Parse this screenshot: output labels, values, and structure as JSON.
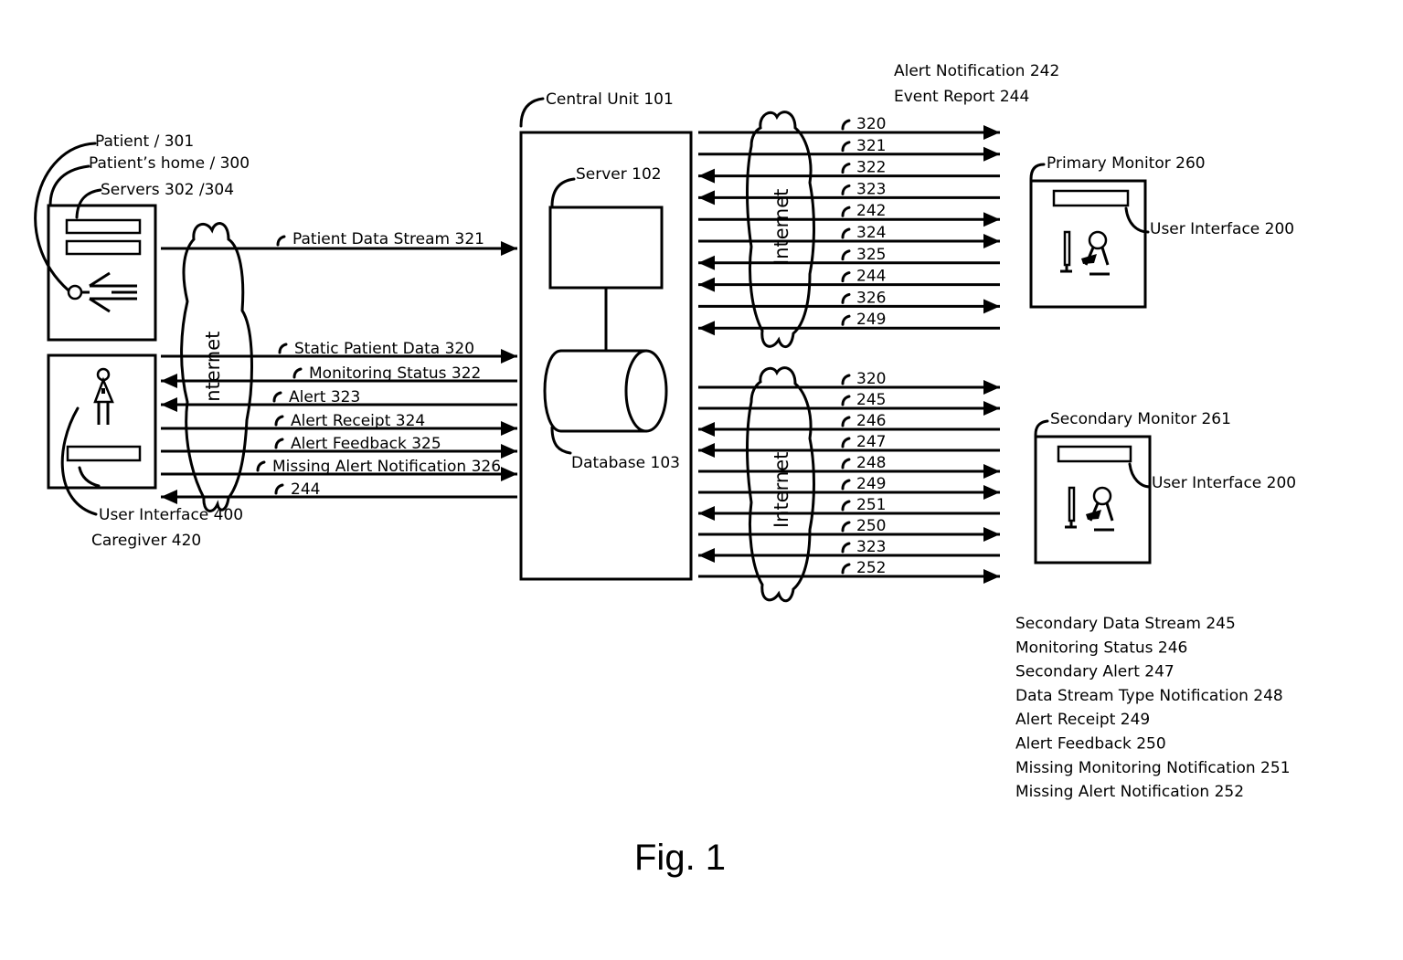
{
  "figure_caption": "Fig. 1",
  "patient_side": {
    "patient_label": "Patient / 301",
    "home_label": "Patient’s home / 300",
    "servers_label": "Servers 302 /304",
    "ui_label": "User Interface 400",
    "caregiver_label": "Caregiver 420",
    "internet_label": "Internet",
    "data_stream": {
      "label": "Patient Data Stream 321",
      "direction": "right"
    },
    "caregiver_links": [
      {
        "label": "Static Patient Data 320",
        "direction": "right"
      },
      {
        "label": "Monitoring Status 322",
        "direction": "left"
      },
      {
        "label": "Alert 323",
        "direction": "left"
      },
      {
        "label": "Alert Receipt 324",
        "direction": "right"
      },
      {
        "label": "Alert Feedback 325",
        "direction": "right"
      },
      {
        "label": "Missing Alert Notification 326",
        "direction": "right"
      },
      {
        "label": "244",
        "direction": "left"
      }
    ]
  },
  "central_unit": {
    "label": "Central Unit 101",
    "server_label": "Server 102",
    "database_label": "Database 103"
  },
  "primary": {
    "internet_label": "Internet",
    "legend": [
      "Alert Notification  242",
      "Event Report  244"
    ],
    "monitor_label": "Primary Monitor 260",
    "ui_label": "User Interface 200",
    "links": [
      {
        "label": "320",
        "direction": "right"
      },
      {
        "label": "321",
        "direction": "right"
      },
      {
        "label": "322",
        "direction": "left"
      },
      {
        "label": "323",
        "direction": "left"
      },
      {
        "label": "242",
        "direction": "right"
      },
      {
        "label": "324",
        "direction": "right"
      },
      {
        "label": "325",
        "direction": "left"
      },
      {
        "label": "244",
        "direction": "left"
      },
      {
        "label": "326",
        "direction": "right"
      },
      {
        "label": "249",
        "direction": "left"
      }
    ]
  },
  "secondary": {
    "internet_label": "Internet",
    "monitor_label": "Secondary Monitor 261",
    "ui_label": "User Interface 200",
    "links": [
      {
        "label": "320",
        "direction": "right"
      },
      {
        "label": "245",
        "direction": "right"
      },
      {
        "label": "246",
        "direction": "left"
      },
      {
        "label": "247",
        "direction": "left"
      },
      {
        "label": "248",
        "direction": "right"
      },
      {
        "label": "249",
        "direction": "right"
      },
      {
        "label": "251",
        "direction": "left"
      },
      {
        "label": "250",
        "direction": "right"
      },
      {
        "label": "323",
        "direction": "left"
      },
      {
        "label": "252",
        "direction": "right"
      }
    ],
    "legend": [
      "Secondary Data Stream  245",
      "Monitoring Status  246",
      "Secondary Alert  247",
      "Data Stream Type Notification 248",
      "Alert Receipt  249",
      "Alert Feedback  250",
      "Missing Monitoring Notification 251",
      "Missing Alert Notification 252"
    ]
  }
}
